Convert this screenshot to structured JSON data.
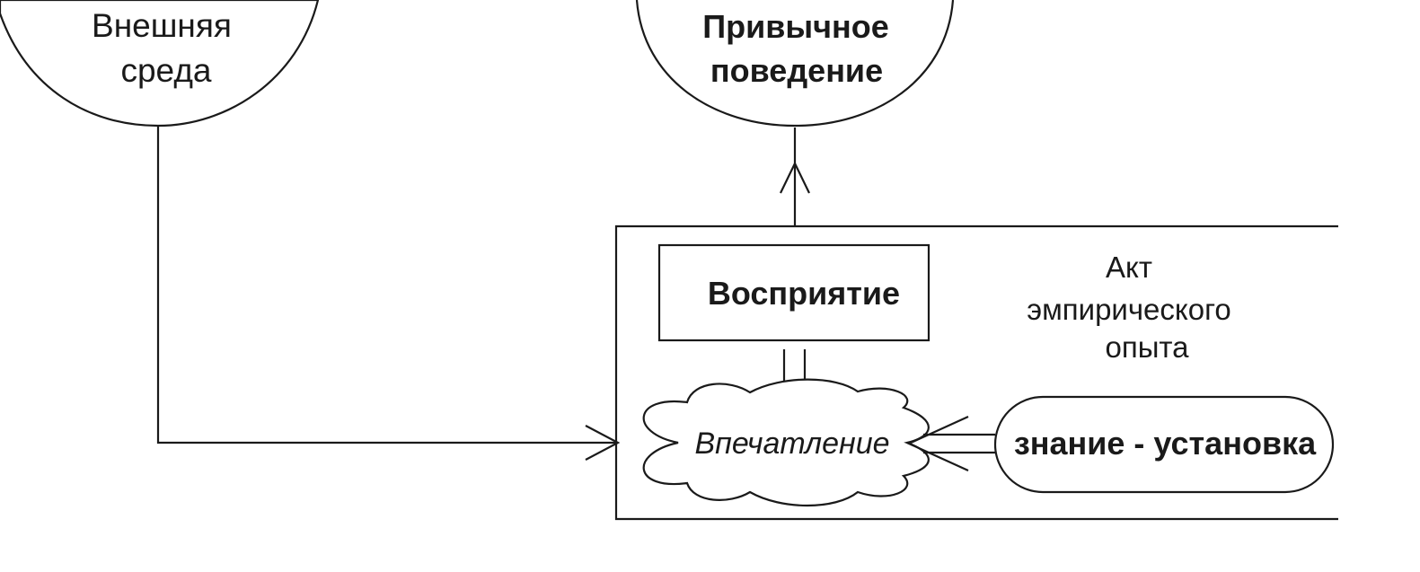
{
  "nodes": {
    "external_environment": {
      "line1": "Внешняя",
      "line2": "среда"
    },
    "habitual_behavior": {
      "line1": "Привычное",
      "line2": "поведение"
    },
    "perception": {
      "label": "Восприятие"
    },
    "empirical_act": {
      "line1": "Акт",
      "line2": "эмпирического",
      "line3": "опыта"
    },
    "impression": {
      "label": "Впечатление"
    },
    "knowledge_attitude": {
      "label": "знание - установка"
    }
  }
}
